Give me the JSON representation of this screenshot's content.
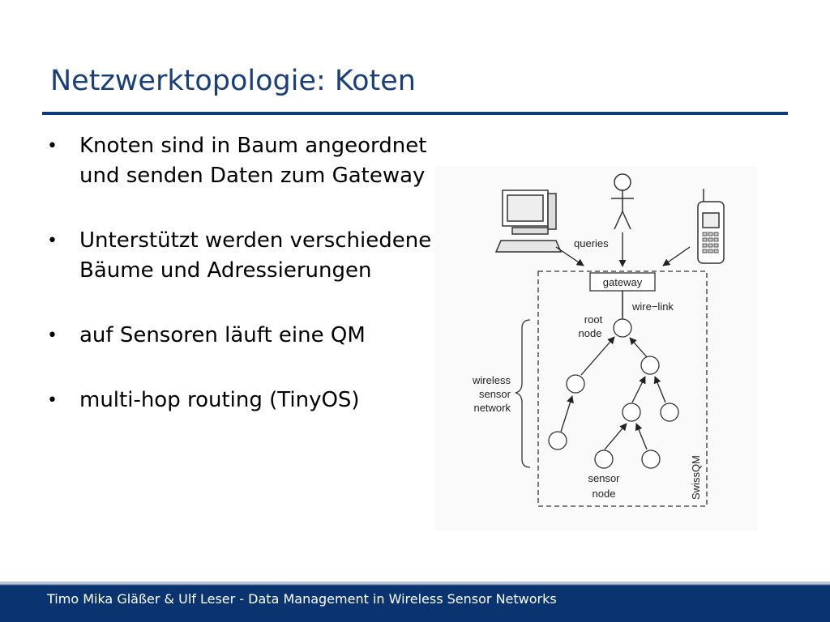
{
  "slide": {
    "title": "Netzwerktopologie: Koten",
    "bullets": [
      "Knoten sind in Baum angeordnet und senden Daten zum Gateway",
      "Unterstützt werden verschiedene Bäume und Adressierungen",
      "auf Sensoren läuft eine QM",
      "multi-hop routing (TinyOS)"
    ],
    "footer": "Timo Mika Gläßer & Ulf Leser - Data Management in Wireless Sensor Networks"
  },
  "diagram": {
    "labels": {
      "queries": "queries",
      "gateway": "gateway",
      "wire_link": "wire−link",
      "root_node": [
        "root",
        "node"
      ],
      "wireless_sensor_network": [
        "wireless",
        "sensor",
        "network"
      ],
      "sensor_node": [
        "sensor",
        "node"
      ],
      "swissqm": "SwissQM"
    }
  },
  "colors": {
    "title": "#1a3f7a",
    "rule": "#0d3a78",
    "footer_bg": "#0a3470",
    "footer_text": "#ffffff"
  }
}
